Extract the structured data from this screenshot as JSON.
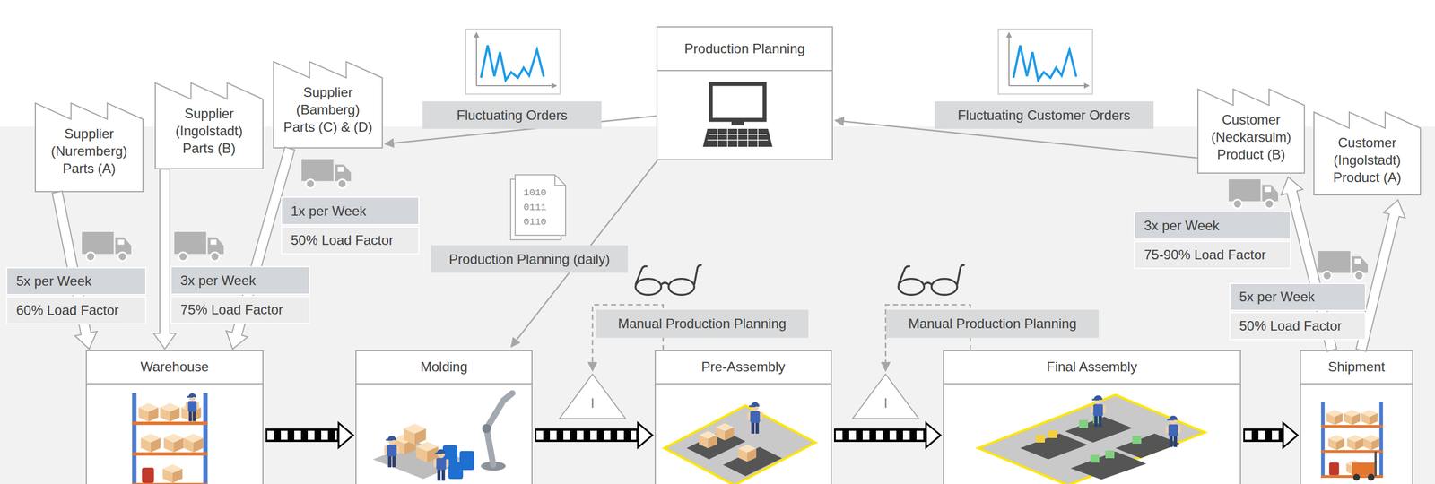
{
  "diagram": {
    "nodes": [
      {
        "text": [
          "Supplier (Nuremberg) Parts (A)"
        ]
      },
      {
        "text": [
          "Supplier (Ingolstadt) Parts (B)"
        ]
      },
      {
        "text": [
          "Supplier (Bamberg) Parts (C) & (D)"
        ]
      },
      {
        "text": [
          "Production Planning"
        ]
      },
      {
        "text": [
          "Customer (Neckarsulm) Product (B)"
        ]
      },
      {
        "text": [
          "Customer (Ingolstadt) Product (A)"
        ]
      },
      {
        "text": [
          "Warehouse"
        ]
      },
      {
        "text": [
          "Molding"
        ]
      },
      {
        "text": [
          "I"
        ]
      },
      {
        "text": [
          "Pre-Assembly"
        ]
      },
      {
        "text": [
          "I"
        ]
      },
      {
        "text": [
          "Final Assembly"
        ]
      },
      {
        "text": [
          "Shipment"
        ]
      }
    ],
    "edges": [
      {
        "from": 0,
        "to": 6,
        "arrow": "to"
      },
      {
        "from": 1,
        "to": 6,
        "arrow": "to"
      },
      {
        "from": 2,
        "to": 6,
        "arrow": "to"
      },
      {
        "from": 3,
        "to": 2,
        "label": "Fluctuating Orders",
        "arrow": "to"
      },
      {
        "from": 4,
        "to": 3,
        "label": "Fluctuating Customer Orders",
        "arrow": "to"
      },
      {
        "from": 3,
        "to": 7,
        "label": "Production Planning (daily)",
        "arrow": "to"
      },
      {
        "from": 6,
        "to": 7,
        "arrow": "to"
      },
      {
        "from": 7,
        "to": 9,
        "arrow": "to"
      },
      {
        "from": 9,
        "to": 8,
        "label": "Manual Production Planning",
        "arrow": "to"
      },
      {
        "from": 9,
        "to": 11,
        "arrow": "to"
      },
      {
        "from": 11,
        "to": 10,
        "label": "Manual Production Planning",
        "arrow": "to"
      },
      {
        "from": 11,
        "to": 12,
        "arrow": "to"
      },
      {
        "from": 12,
        "to": 4,
        "arrow": "to"
      },
      {
        "from": 12,
        "to": 5,
        "arrow": "to"
      }
    ],
    "labels": [
      "5x per Week",
      "60% Load Factor",
      "3x per Week",
      "75% Load Factor",
      "1x per Week",
      "50% Load Factor",
      "3x per Week",
      "75-90% Load Factor",
      "5x per Week",
      "50% Load Factor",
      "1010",
      "0111",
      "0110"
    ]
  }
}
